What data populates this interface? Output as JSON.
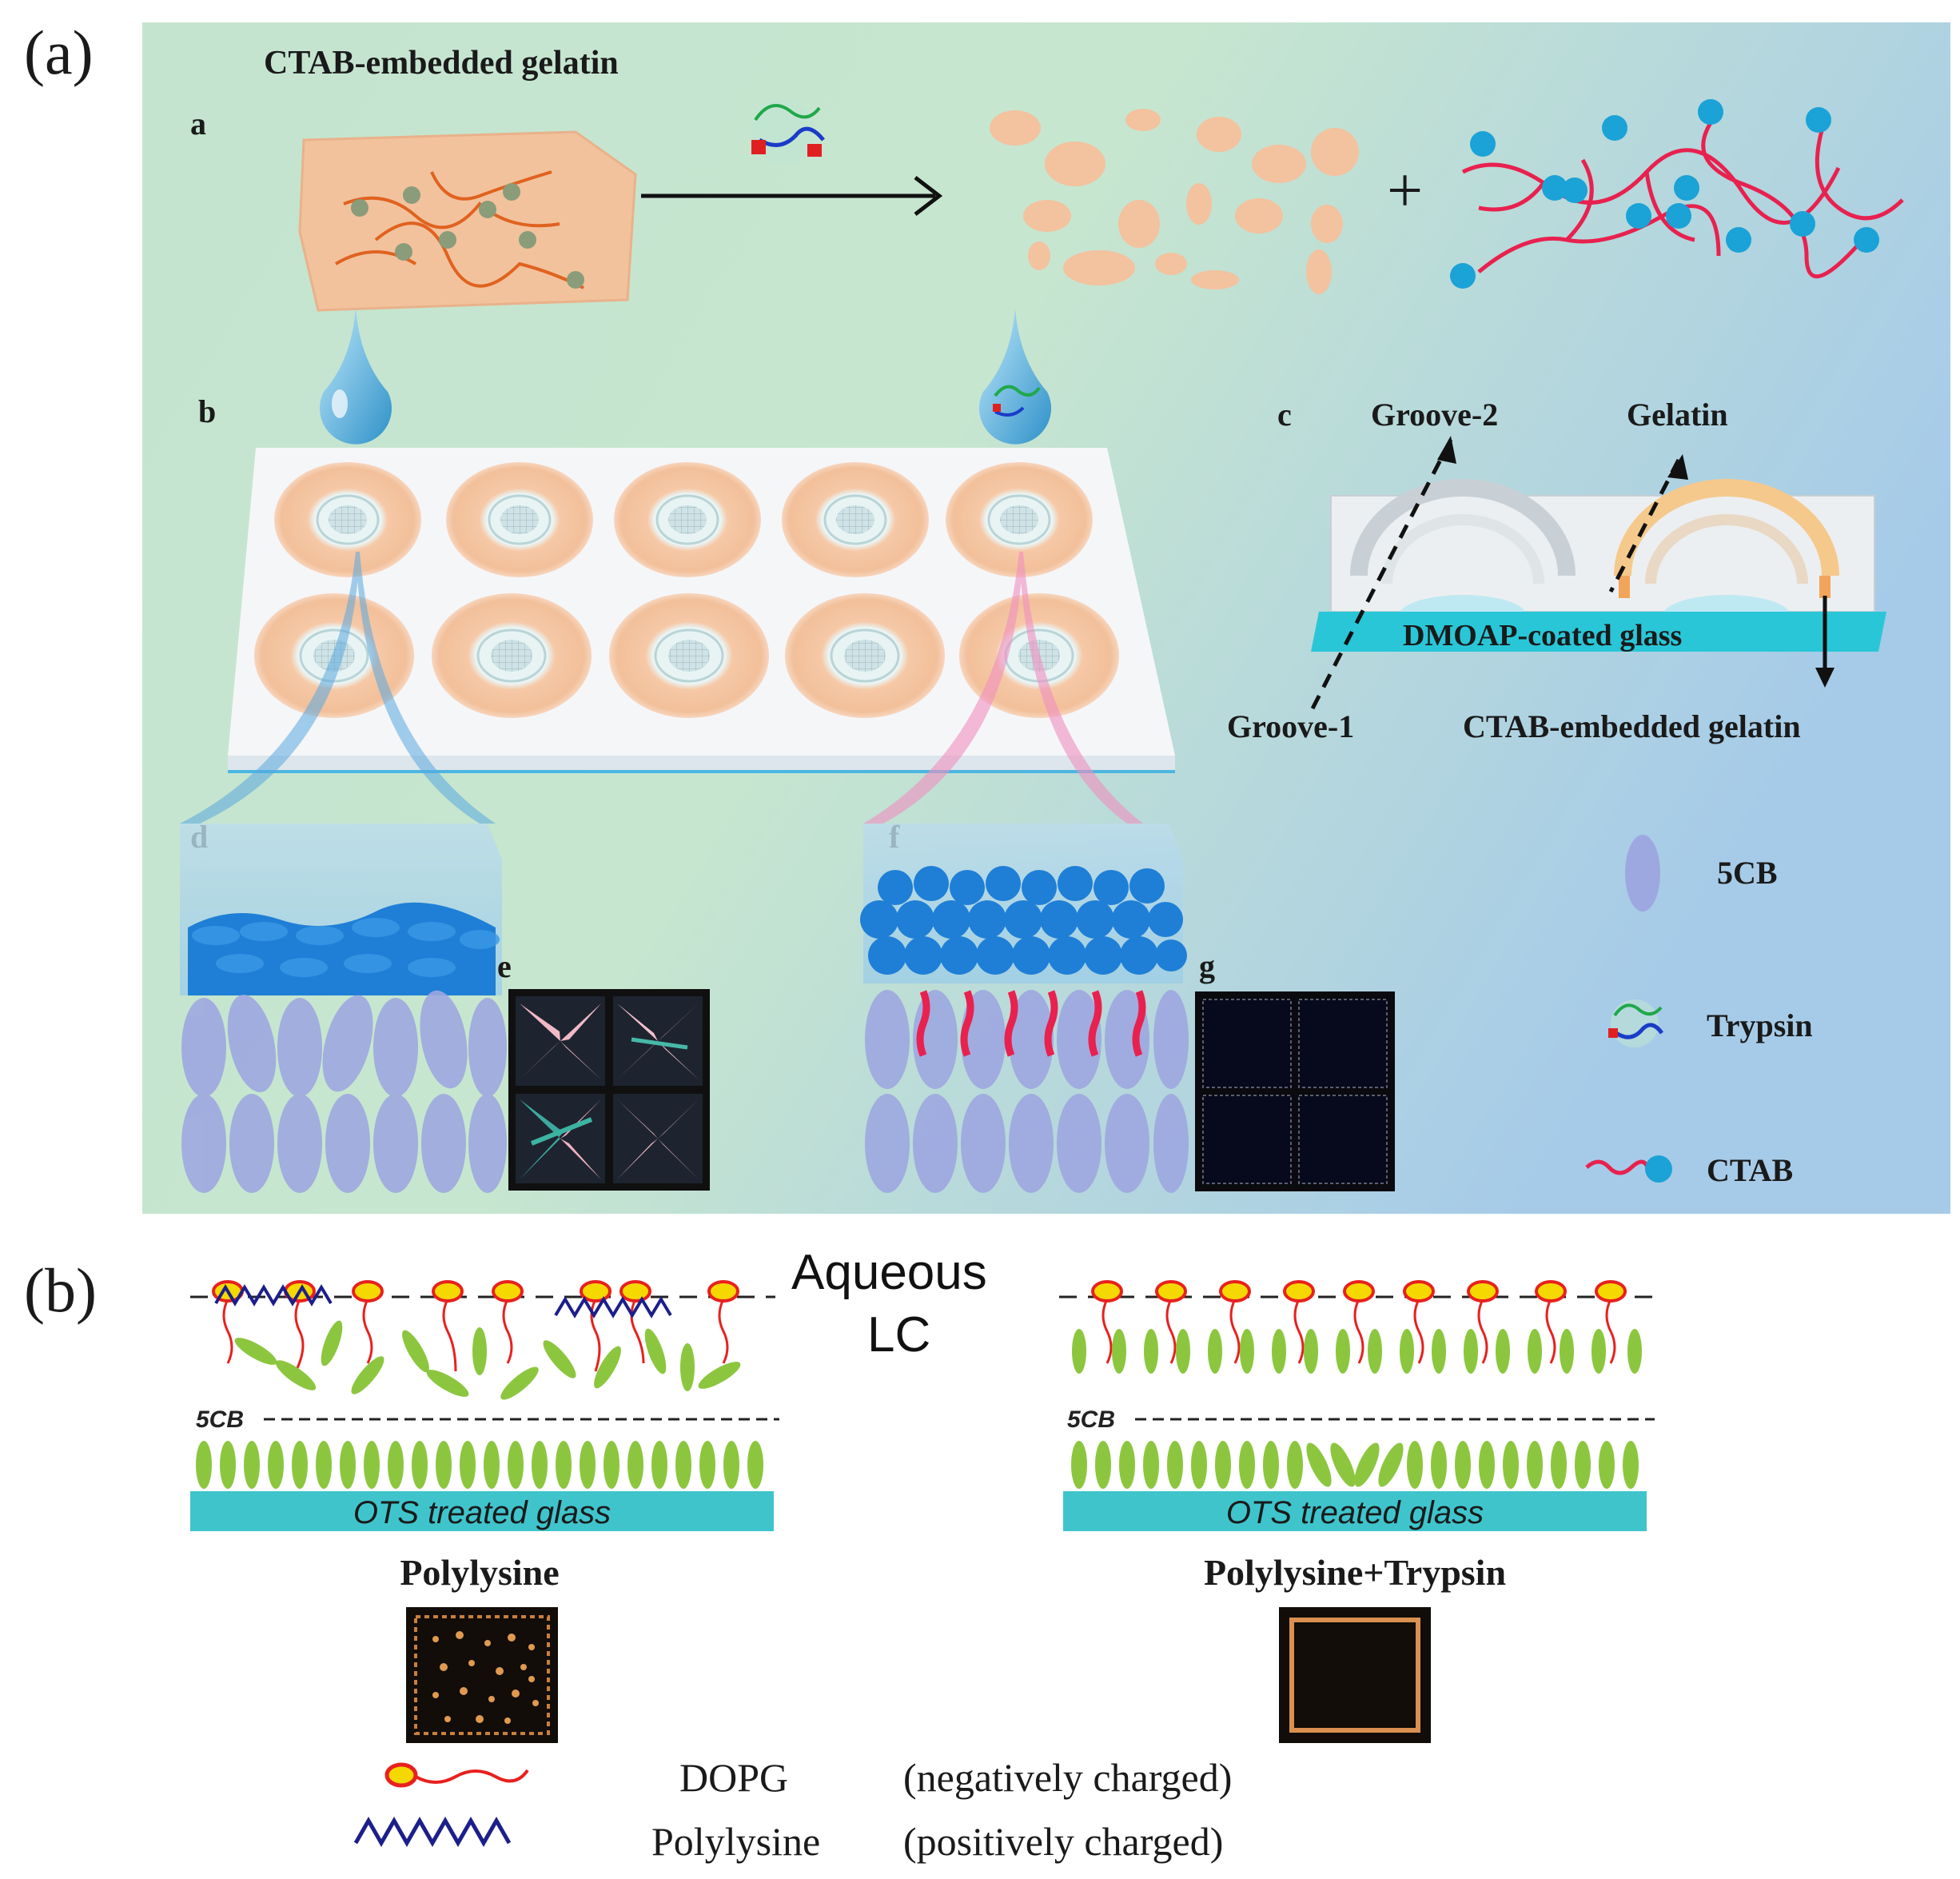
{
  "panel_a": {
    "label": "(a)",
    "sub_a": {
      "letter": "a",
      "title": "CTAB-embedded gelatin"
    },
    "sub_b": {
      "letter": "b"
    },
    "sub_c": {
      "letter": "c",
      "groove2": "Groove-2",
      "gelatin": "Gelatin",
      "glass": "DMOAP-coated glass",
      "groove1": "Groove-1",
      "ctab_gelatin": "CTAB-embedded gelatin"
    },
    "sub_d": {
      "letter": "d"
    },
    "sub_e": {
      "letter": "e"
    },
    "sub_f": {
      "letter": "f"
    },
    "sub_g": {
      "letter": "g"
    },
    "plus": "+",
    "legend": {
      "lc": "5CB",
      "trypsin": "Trypsin",
      "ctab": "CTAB"
    },
    "colors": {
      "background_left": "#c9e6d2",
      "background_right": "#a9cde6",
      "gelatin": "#f3c29c",
      "ctab_tail": "#e8214f",
      "ctab_head": "#1ba2d6",
      "lc_molecule": "#9ea8e0",
      "glass": "#29c6d8"
    }
  },
  "panel_b": {
    "label": "(b)",
    "aqueous": "Aqueous",
    "lc": "LC",
    "left_5cb": "5CB",
    "right_5cb": "5CB",
    "left_glass": "OTS treated glass",
    "right_glass": "OTS treated glass",
    "left_caption": "Polylysine",
    "right_caption": "Polylysine+Trypsin",
    "legend": {
      "dopg": "DOPG",
      "polylysine": "Polylysine",
      "dopg_charge": "(negatively charged)",
      "polylysine_charge": "(positively charged)"
    },
    "colors": {
      "lc_molecule": "#8cc63f",
      "glass": "#3fc4cc",
      "dopg_head": "#f5d800",
      "dopg_tail": "#e8201e",
      "polylysine": "#1c1f8a"
    }
  }
}
